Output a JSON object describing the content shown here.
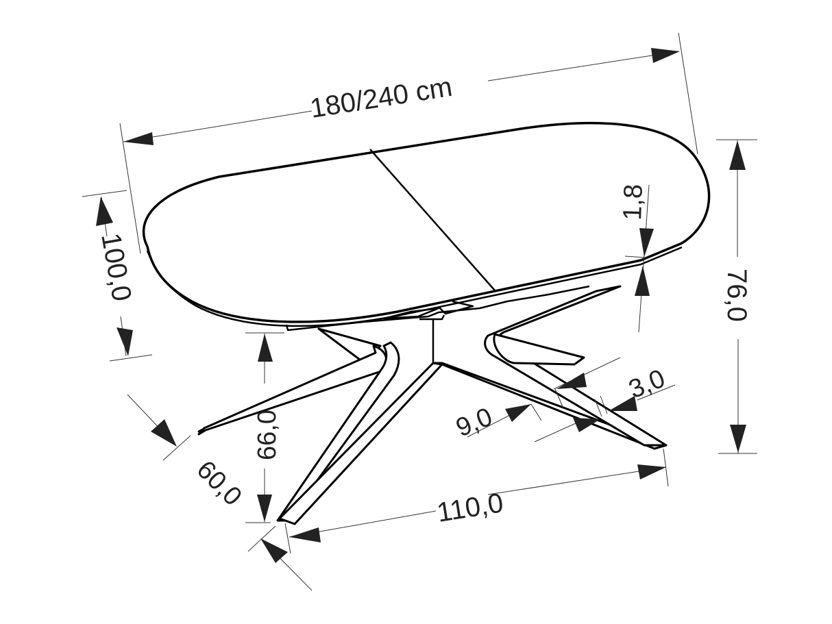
{
  "diagram": {
    "subject": "Extendable oval dining table with star-shaped leg base",
    "unit": "cm",
    "stroke_color": "#000000",
    "text_color": "#222222",
    "background": "#ffffff"
  },
  "dimensions": {
    "length": {
      "label": "180/240 cm",
      "meaning": "table top length closed/extended"
    },
    "width": {
      "label": "100,0",
      "meaning": "table top width"
    },
    "height": {
      "label": "76,0",
      "meaning": "overall table height"
    },
    "top_thickness": {
      "label": "1,8",
      "meaning": "table top thickness"
    },
    "leg_height": {
      "label": "66,0",
      "meaning": "base height under apron"
    },
    "base_depth": {
      "label": "60,0",
      "meaning": "base footprint depth"
    },
    "base_length": {
      "label": "110,0",
      "meaning": "base footprint length"
    },
    "leg_width": {
      "label": "9,0",
      "meaning": "leg profile width"
    },
    "leg_thickness": {
      "label": "3,0",
      "meaning": "leg profile thickness"
    }
  }
}
